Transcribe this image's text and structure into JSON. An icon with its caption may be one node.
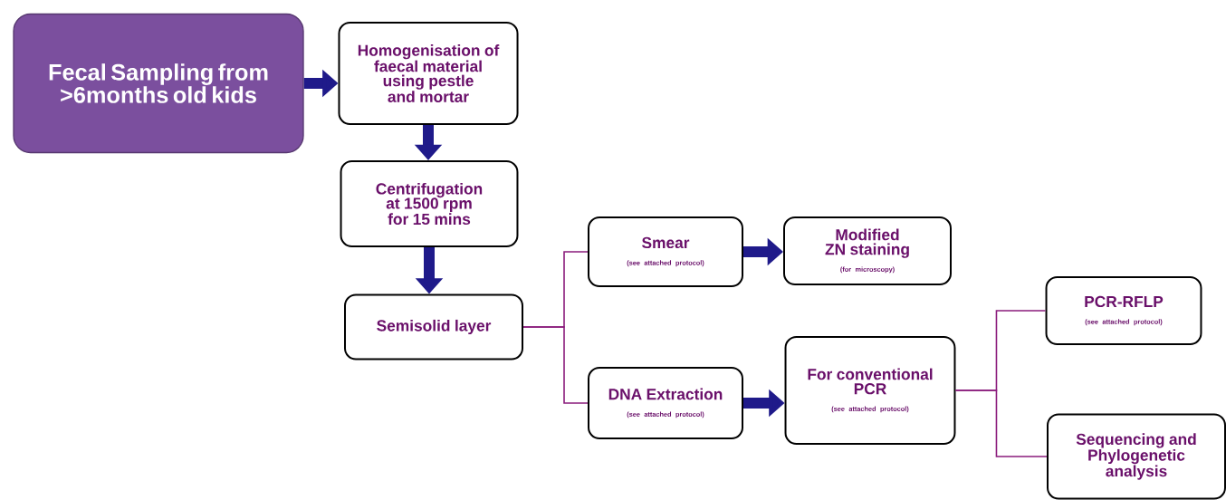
{
  "diagram": {
    "nodes": [
      {
        "text": [
          "Fecal Sampling from >6months old kids"
        ]
      },
      {
        "text": [
          "Homogenisation of faecal material using pestle and mortar"
        ]
      },
      {
        "text": [
          "Centrifugation at 1500 rpm for 15 mins"
        ]
      },
      {
        "text": [
          "Semisolid layer"
        ]
      },
      {
        "text": [
          "Smear",
          "(see attached protocol)"
        ]
      },
      {
        "text": [
          "Modified ZN staining",
          "(for microscopy)"
        ]
      },
      {
        "text": [
          "DNA Extraction",
          "(see attached protocol)"
        ]
      },
      {
        "text": [
          "For conventional PCR",
          "(see attached protocol)"
        ]
      },
      {
        "text": [
          "PCR-RFLP",
          "(see attached protocol)"
        ]
      },
      {
        "text": [
          "Sequencing and Phylogenetic analysis"
        ]
      }
    ],
    "edges": [
      {
        "from": 0,
        "to": 1,
        "arrow": "to"
      },
      {
        "from": 1,
        "to": 2,
        "arrow": "to"
      },
      {
        "from": 2,
        "to": 3,
        "arrow": "to"
      },
      {
        "from": 3,
        "to": 4,
        "arrow": "none",
        "color": "#8b1c7c"
      },
      {
        "from": 3,
        "to": 6,
        "arrow": "none",
        "color": "#8b1c7c"
      },
      {
        "from": 4,
        "to": 5,
        "arrow": "to"
      },
      {
        "from": 6,
        "to": 7,
        "arrow": "to"
      },
      {
        "from": 7,
        "to": 8,
        "arrow": "none",
        "color": "#8b1c7c"
      },
      {
        "from": 7,
        "to": 9,
        "arrow": "none",
        "color": "#8b1c7c"
      }
    ]
  }
}
